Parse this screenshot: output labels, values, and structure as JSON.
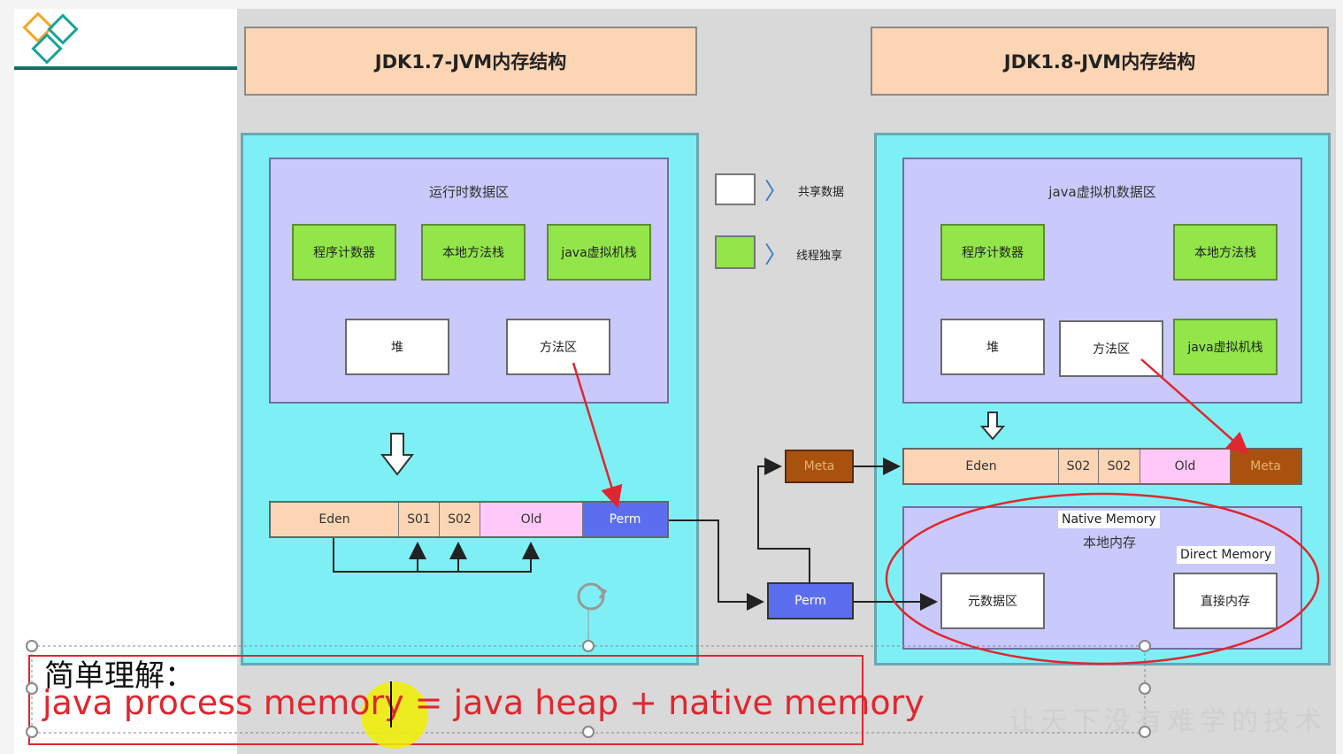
{
  "jdk17": {
    "title": "JDK1.7-JVM内存结构",
    "runtime_area": "运行时数据区",
    "pc": "程序计数器",
    "native_stack": "本地方法栈",
    "jvm_stack": "java虚拟机栈",
    "heap": "堆",
    "method_area": "方法区",
    "heap_bar": [
      "Eden",
      "S01",
      "S02",
      "Old",
      "Perm"
    ]
  },
  "jdk18": {
    "title": "JDK1.8-JVM内存结构",
    "runtime_area": "java虚拟机数据区",
    "pc": "程序计数器",
    "native_stack": "本地方法栈",
    "jvm_stack": "java虚拟机栈",
    "heap": "堆",
    "method_area": "方法区",
    "heap_bar": [
      "Eden",
      "S02",
      "S02",
      "Old",
      "Meta"
    ],
    "native_memory_en": "Native Memory",
    "native_memory_zh": "本地内存",
    "direct_memory": "Direct Memory",
    "metadata": "元数据区",
    "direct_mem_zh": "直接内存"
  },
  "middle": {
    "meta": "Meta",
    "perm": "Perm"
  },
  "legend": {
    "shared": "共享数据",
    "thread_private": "线程独享"
  },
  "caption": {
    "line1": "简单理解：",
    "line2": "java process memory = java heap + native memory"
  },
  "watermark": "让天下没有难学的技术",
  "colors": {
    "header": "#fcd5b4",
    "cyan": "#7ef0f5",
    "lavender": "#c9c9fb",
    "green": "#92e64a",
    "perm_blue": "#5c6ef0",
    "meta_brown": "#a9520f",
    "arrow_red": "#e0262f"
  }
}
